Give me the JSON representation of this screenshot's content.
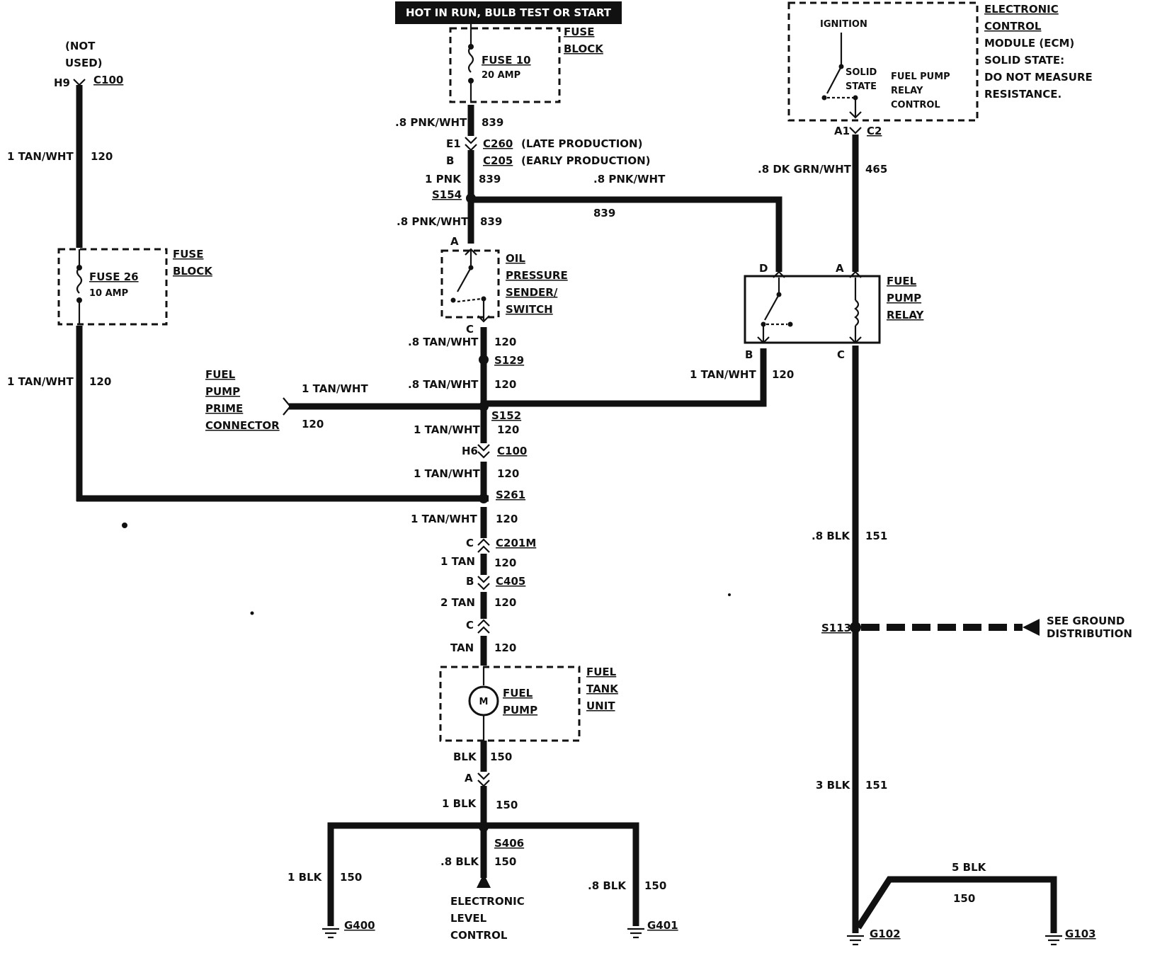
{
  "header": {
    "power_label": "HOT IN RUN, BULB TEST OR START"
  },
  "left_circuit": {
    "not_used": [
      "(NOT",
      "USED)"
    ],
    "h9": "H9",
    "c100": "C100",
    "wire_top": {
      "color": "1 TAN/WHT",
      "num": "120"
    },
    "fuse26": {
      "name": "FUSE 26",
      "rating": "10 AMP"
    },
    "fuse_block": [
      "FUSE",
      "BLOCK"
    ],
    "wire_bottom": {
      "color": "1 TAN/WHT",
      "num": "120"
    }
  },
  "center_circuit": {
    "fuse10": {
      "name": "FUSE 10",
      "rating": "20 AMP"
    },
    "fuse_block": [
      "FUSE",
      "BLOCK"
    ],
    "w839a": {
      "color": ".8 PNK/WHT",
      "num": "839"
    },
    "e1": "E1",
    "c260": "C260",
    "late": "(LATE PRODUCTION)",
    "b1": "B",
    "c205": "C205",
    "early": "(EARLY PRODUCTION)",
    "w839b": {
      "color": "1 PNK",
      "num": "839"
    },
    "s154": "S154",
    "w839c": {
      "color": ".8 PNK/WHT",
      "num": "839"
    },
    "w839d": {
      "color": ".8 PNK/WHT",
      "num": "839"
    },
    "pin_a": "A",
    "oil": [
      "OIL",
      "PRESSURE",
      "SENDER/",
      "SWITCH"
    ],
    "pin_c": "C",
    "w120a": {
      "color": ".8 TAN/WHT",
      "num": "120"
    },
    "s129": "S129",
    "w120b": {
      "color": ".8 TAN/WHT",
      "num": "120"
    },
    "prime": [
      "FUEL",
      "PUMP",
      "PRIME",
      "CONNECTOR"
    ],
    "w120prime": {
      "color": "1 TAN/WHT",
      "num": "120"
    },
    "s152": "S152",
    "w120c": {
      "color": "1 TAN/WHT",
      "num": "120"
    },
    "h6": "H6",
    "c100": "C100",
    "w120d": {
      "color": "1 TAN/WHT",
      "num": "120"
    },
    "s261": "S261",
    "w120e": {
      "color": "1 TAN/WHT",
      "num": "120"
    },
    "pin_c2": "C",
    "c201m": "C201M",
    "w120f": {
      "color": "1 TAN",
      "num": "120"
    },
    "pin_b2": "B",
    "c405": "C405",
    "w120g": {
      "color": "2 TAN",
      "num": "120"
    },
    "pin_c3": "C",
    "w120h": {
      "color": "TAN",
      "num": "120"
    },
    "pump": {
      "motor": "M",
      "name": [
        "FUEL",
        "PUMP"
      ],
      "unit": [
        "FUEL",
        "TANK",
        "UNIT"
      ]
    },
    "w150a": {
      "color": "BLK",
      "num": "150"
    },
    "pin_a2": "A",
    "w150b": {
      "color": "1 BLK",
      "num": "150"
    },
    "s406": "S406",
    "w150c": {
      "color": ".8 BLK",
      "num": "150"
    },
    "elc": [
      "ELECTRONIC",
      "LEVEL",
      "CONTROL"
    ],
    "w150l": {
      "color": "1 BLK",
      "num": "150"
    },
    "w150r": {
      "color": ".8 BLK",
      "num": "150"
    },
    "g400": "G400",
    "g401": "G401"
  },
  "relay_circuit": {
    "ecm_box": {
      "ignition": "IGNITION",
      "solid": [
        "SOLID",
        "STATE"
      ],
      "relay_ctrl": [
        "FUEL PUMP",
        "RELAY",
        "CONTROL"
      ]
    },
    "ecm_title": [
      "ELECTRONIC",
      "CONTROL",
      "MODULE (ECM)"
    ],
    "ecm_note": [
      "SOLID STATE:",
      "DO NOT MEASURE",
      "RESISTANCE."
    ],
    "a1": "A1",
    "c2": "C2",
    "w465": {
      "color": ".8 DK GRN/WHT",
      "num": "465"
    },
    "w839relay": {
      "color": ".8 PNK/WHT",
      "num": "839"
    },
    "pin_d": "D",
    "pin_a": "A",
    "pin_b": "B",
    "pin_c": "C",
    "relay_label": [
      "FUEL",
      "PUMP",
      "RELAY"
    ],
    "w120relay": {
      "color": "1 TAN/WHT",
      "num": "120"
    },
    "w151a": {
      "color": ".8 BLK",
      "num": "151"
    },
    "s113": "S113",
    "ground_dist": [
      "SEE GROUND",
      "DISTRIBUTION"
    ],
    "w151b": {
      "color": "3 BLK",
      "num": "151"
    },
    "w150g": {
      "color": "5 BLK",
      "num": "150"
    },
    "g102": "G102",
    "g103": "G103"
  }
}
